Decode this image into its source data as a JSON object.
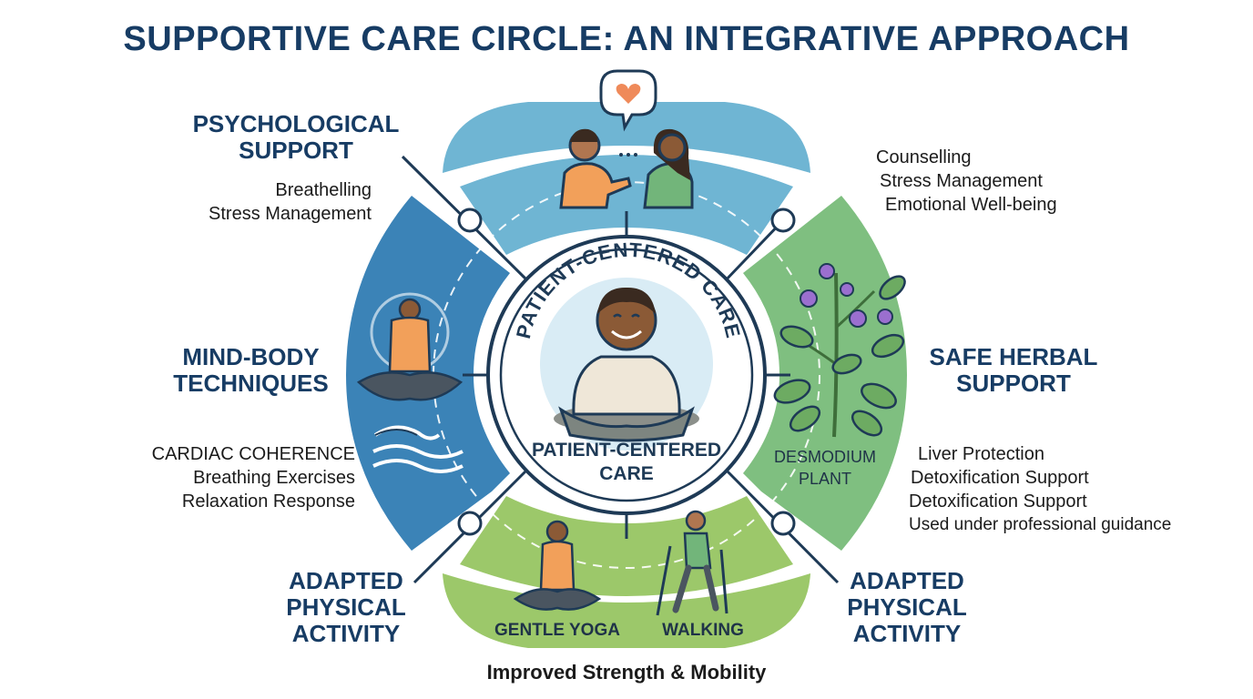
{
  "title": "SUPPORTIVE CARE CIRCLE: AN INTEGRATIVE APPROACH",
  "center": {
    "arc_text": "PATIENT-CENTERED CARE",
    "label_line1": "PATIENT-CENTERED",
    "label_line2": "CARE"
  },
  "psychological": {
    "heading_line1": "PSYCHOLOGICAL",
    "heading_line2": "SUPPORT",
    "items_left": [
      "Breathelling",
      "Stress Management"
    ],
    "items_right": [
      "Counselling",
      "Stress Management",
      "Emotional Well-being"
    ]
  },
  "mind_body": {
    "heading_line1": "MIND-BODY",
    "heading_line2": "TECHNIQUES",
    "items": [
      "CARDIAC COHERENCE",
      "Breathing Exercises",
      "Relaxation Response"
    ]
  },
  "herbal": {
    "heading_line1": "SAFE HERBAL",
    "heading_line2": "SUPPORT",
    "plant_line1": "DESMODIUM",
    "plant_line2": "PLANT",
    "items": [
      "Liver Protection",
      "Detoxification Support",
      "Detoxification Support",
      "Used under professional guidance"
    ]
  },
  "physical_left": {
    "line1": "ADAPTED",
    "line2": "PHYSICAL",
    "line3": "ACTIVITY"
  },
  "physical_right": {
    "line1": "ADAPTED",
    "line2": "PHYSICAL",
    "line3": "ACTIVITY"
  },
  "bottom": {
    "yoga_label": "GENTLE YOGA",
    "walking_label": "WALKING",
    "footer": "Improved Strength & Mobility"
  },
  "icons": [
    "speech-bubble-heart-icon",
    "people-talking-icon",
    "meditation-icon",
    "waves-icon",
    "herb-plant-icon",
    "yoga-icon",
    "walking-icon",
    "patient-icon"
  ],
  "colors": {
    "title": "#173c64",
    "top_segment": "#6fb5d3",
    "left_segment": "#3b83b7",
    "right_segment": "#7fbf80",
    "bottom_segment": "#9cc86a",
    "center_ring": "#1e3a56"
  }
}
